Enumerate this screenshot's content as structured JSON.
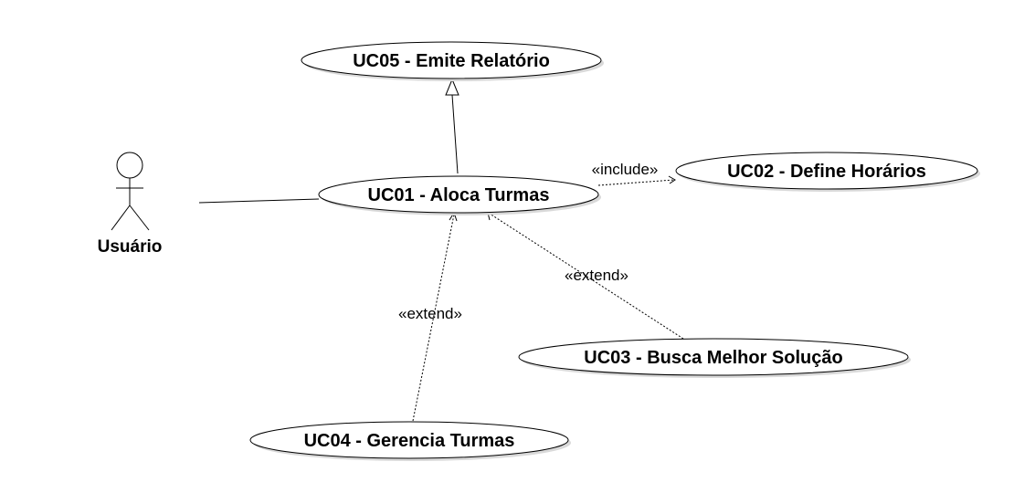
{
  "actor": {
    "name": "Usuário"
  },
  "use_cases": {
    "uc01": "UC01 - Aloca Turmas",
    "uc02": "UC02 - Define Horários",
    "uc03": "UC03 - Busca Melhor Solução",
    "uc04": "UC04 - Gerencia Turmas",
    "uc05": "UC05 - Emite Relatório"
  },
  "relations": {
    "include": "«include»",
    "extend_uc03": "«extend»",
    "extend_uc04": "«extend»"
  }
}
